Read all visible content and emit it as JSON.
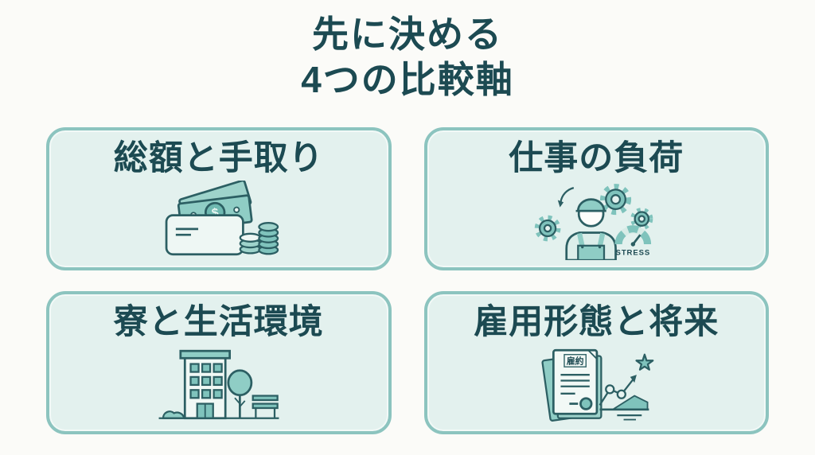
{
  "title": {
    "line1": "先に決める",
    "line2": "4つの比較軸"
  },
  "cards": [
    {
      "label": "総額と手取り",
      "icon": "money-wallet-coins",
      "icon_label": "$"
    },
    {
      "label": "仕事の負荷",
      "icon": "worker-gears-stress-gauge",
      "icon_label": "STRESS"
    },
    {
      "label": "寮と生活環境",
      "icon": "dormitory-building-tree-bench"
    },
    {
      "label": "雇用形態と将来",
      "icon": "contract-documents-growth-chart-star",
      "icon_label": "雇約"
    }
  ],
  "colors": {
    "background": "#fbfbf8",
    "card_background": "#e3f1ee",
    "card_border": "#8cc4bf",
    "heading_text": "#1c4a52",
    "icon_teal": "#7fc3bc",
    "icon_teal_light": "#9ed3cb",
    "icon_outline": "#2c5f63",
    "icon_paper": "#eef7f4"
  }
}
